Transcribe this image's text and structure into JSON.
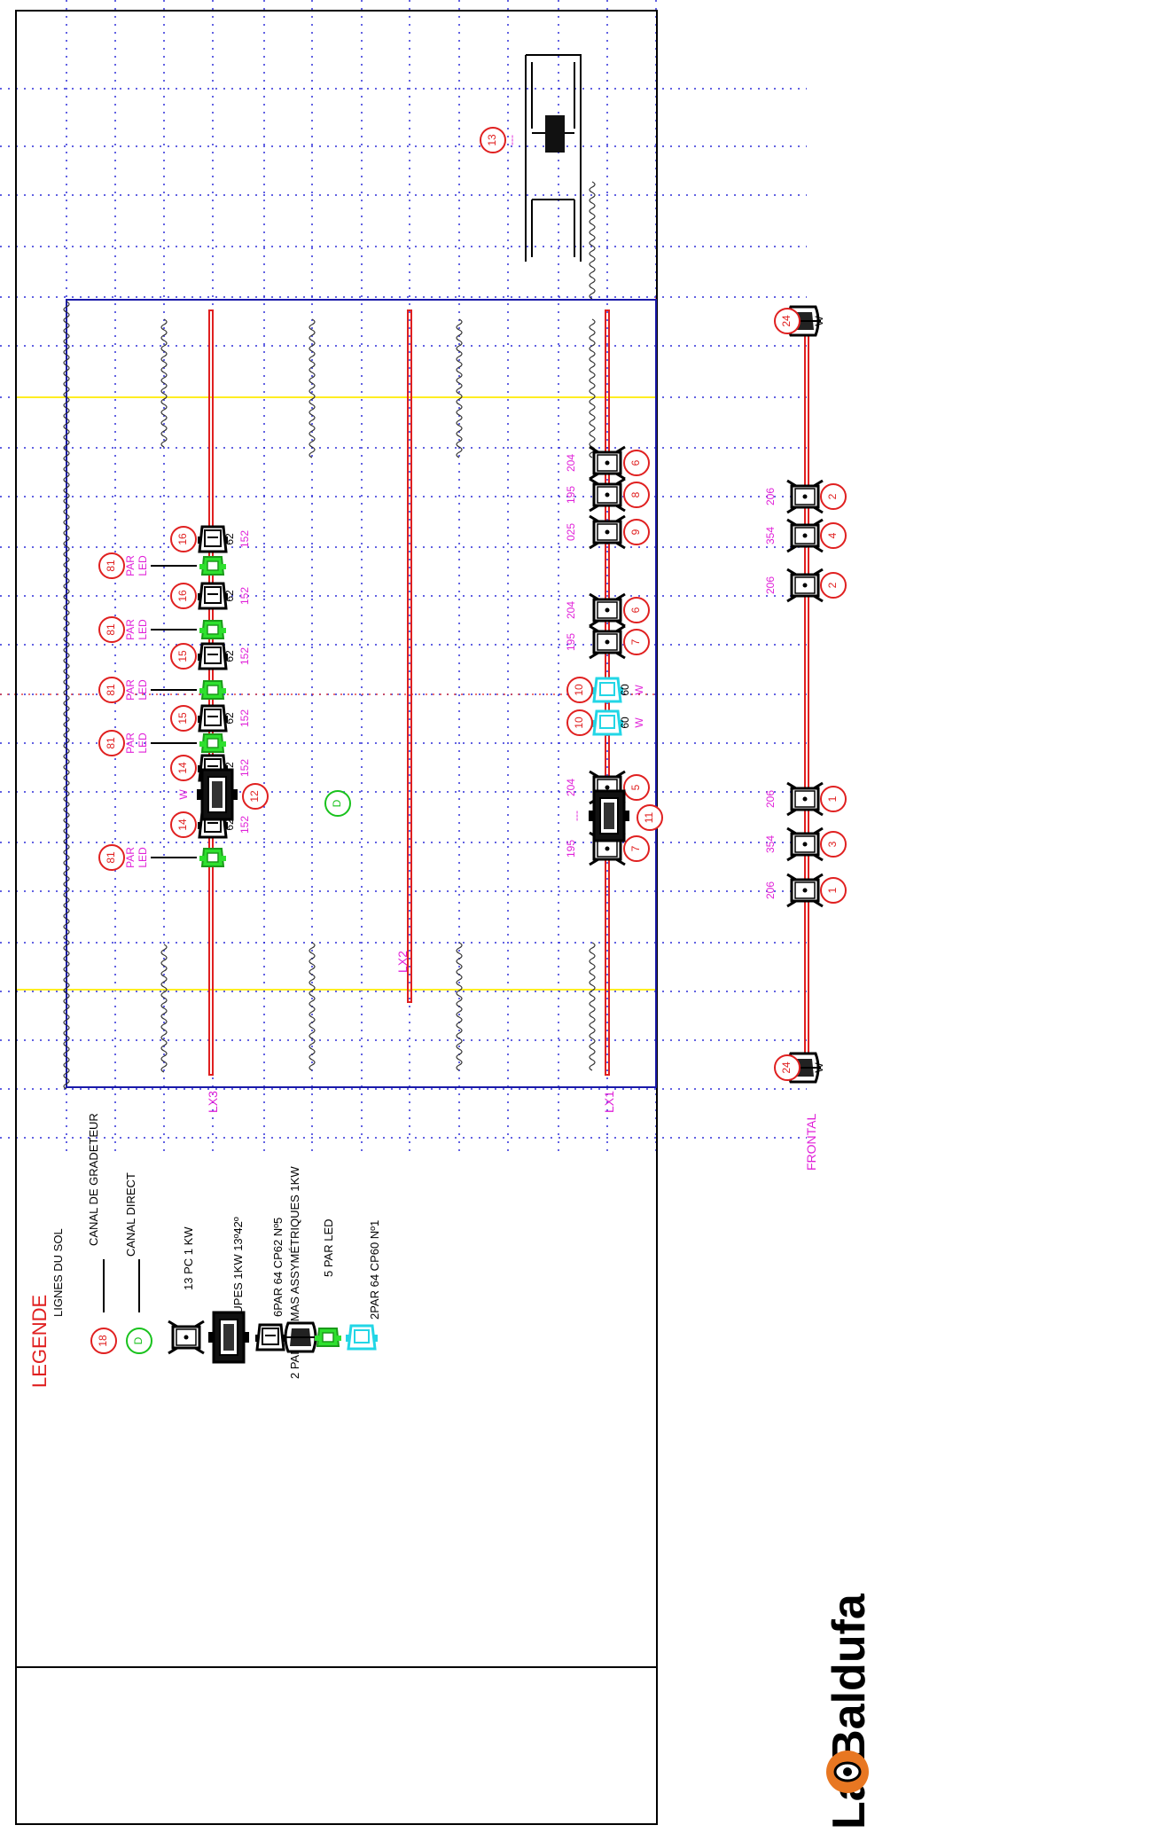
{
  "bars": {
    "lx3": "LX3",
    "lx2": "LX2",
    "lx1": "LX1",
    "frontal": "FRONTAL"
  },
  "legend": {
    "title": "LEGENDE",
    "ground_lines": "LIGNES DU SOL",
    "dimmer_channel": "CANAL DE GRADETEUR",
    "direct_channel": "CANAL DIRECT",
    "symbol_dimmer_number": "18",
    "symbol_direct_letter": "D",
    "pc": "13 PC 1 KW",
    "profile": "3 DÉCOUPES 1KW 13º42º",
    "par_cp62": "6PAR 64 CP62 Nº5",
    "panorama": "2 PANORAMAS ASSYMÉTRIQUES 1KW",
    "par_led": "5 PAR LED",
    "par_cp60": "2PAR 64 CP60 Nº1"
  },
  "lx3": {
    "leds": [
      {
        "ch": "81",
        "label": "PAR LED"
      },
      {
        "ch": "81",
        "label": "PAR LED"
      },
      {
        "ch": "81",
        "label": "PAR LED"
      },
      {
        "ch": "81",
        "label": "PAR LED"
      },
      {
        "ch": "81",
        "label": "PAR LED"
      }
    ],
    "pars": [
      {
        "ch": "14",
        "lamp": "62",
        "filter": "152"
      },
      {
        "ch": "14",
        "lamp": "62",
        "filter": "152"
      },
      {
        "ch": "15",
        "lamp": "62",
        "filter": "152"
      },
      {
        "ch": "15",
        "lamp": "62",
        "filter": "152"
      },
      {
        "ch": "16",
        "lamp": "62",
        "filter": "152"
      },
      {
        "ch": "16",
        "lamp": "62",
        "filter": "152"
      }
    ],
    "panorama": {
      "ch": "12",
      "w": "W"
    }
  },
  "direct_channel_marker": "D",
  "lx1": {
    "pcs": [
      {
        "ch": "7",
        "filter": "195"
      },
      {
        "ch": "5",
        "filter": "204"
      },
      {
        "ch": "7",
        "filter": "195"
      },
      {
        "ch": "6",
        "filter": "204"
      },
      {
        "ch": "9",
        "filter": "025"
      },
      {
        "ch": "8",
        "filter": "195"
      },
      {
        "ch": "6",
        "filter": "204"
      }
    ],
    "profile": {
      "ch": "11",
      "filter": "---"
    },
    "cp60": [
      {
        "ch": "10",
        "lamp": "60",
        "w": "W"
      },
      {
        "ch": "10",
        "lamp": "60",
        "w": "W"
      }
    ]
  },
  "frontal": {
    "pcs": [
      {
        "ch": "1",
        "filter": "206"
      },
      {
        "ch": "3",
        "filter": "354"
      },
      {
        "ch": "1",
        "filter": "206"
      },
      {
        "ch": "2",
        "filter": "206"
      },
      {
        "ch": "4",
        "filter": "354"
      },
      {
        "ch": "2",
        "filter": "206"
      }
    ],
    "panoramas": [
      {
        "ch": "24",
        "w": "W"
      },
      {
        "ch": "24",
        "w": "W"
      }
    ]
  },
  "booth": {
    "ch": "13",
    "filter": "---"
  },
  "logo": {
    "text": "La Baldufa"
  },
  "colors": {
    "border": "#000000",
    "stage": "#1a1aa8",
    "grid": "#2e2ed8",
    "bar": "#e02020",
    "yellow": "#ffee22",
    "magenta": "#e020d8",
    "channel": "#e02020",
    "direct": "#19c21d",
    "led": "#2ee02e",
    "cyan": "#22d6e6",
    "logo_orange": "#e87722"
  }
}
